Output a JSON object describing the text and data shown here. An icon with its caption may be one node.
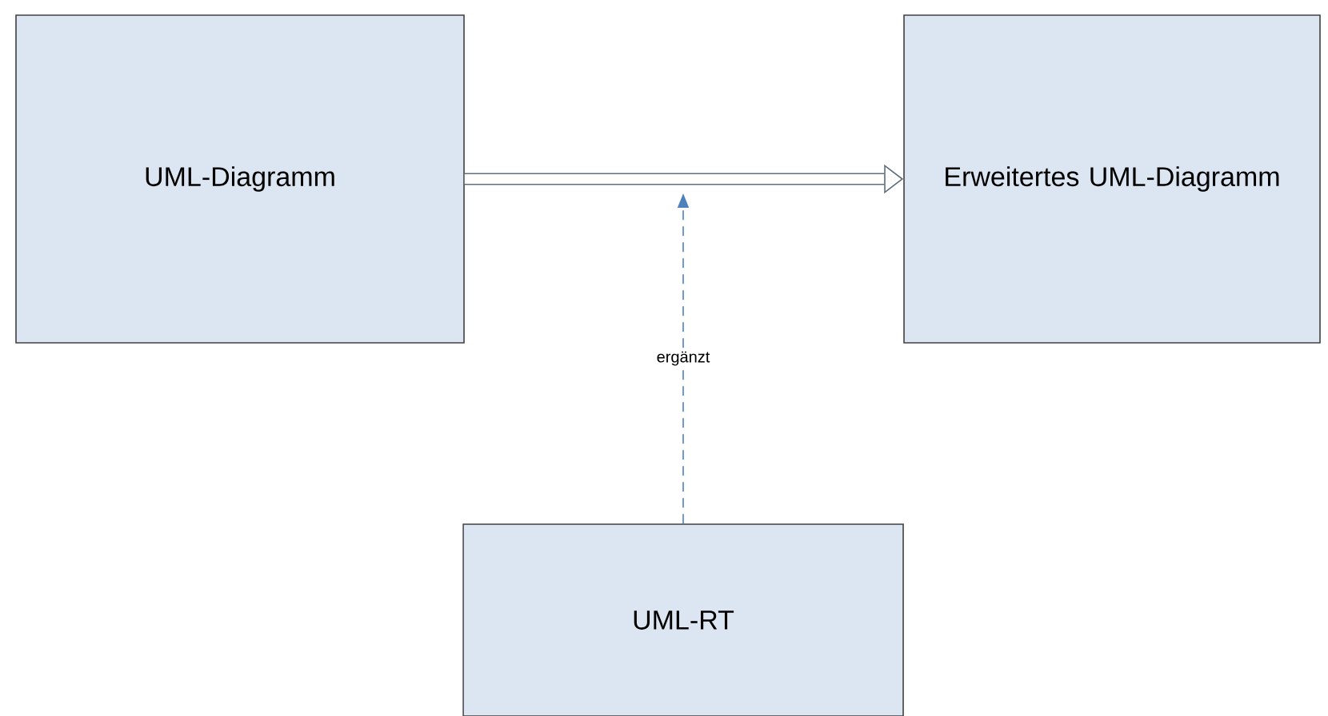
{
  "diagram": {
    "nodes": [
      {
        "text": [
          "UML-Diagramm"
        ]
      },
      {
        "text": [
          "Erweitertes UML-Diagramm"
        ]
      },
      {
        "text": [
          "UML-RT"
        ]
      }
    ],
    "edges": [
      {
        "from": 0,
        "to": 1,
        "arrow": "to",
        "style": "thick"
      },
      {
        "from": 2,
        "to": null,
        "arrow": "to",
        "label": "ergänzt",
        "style": "dashed",
        "color": "#4f81bd"
      }
    ]
  }
}
